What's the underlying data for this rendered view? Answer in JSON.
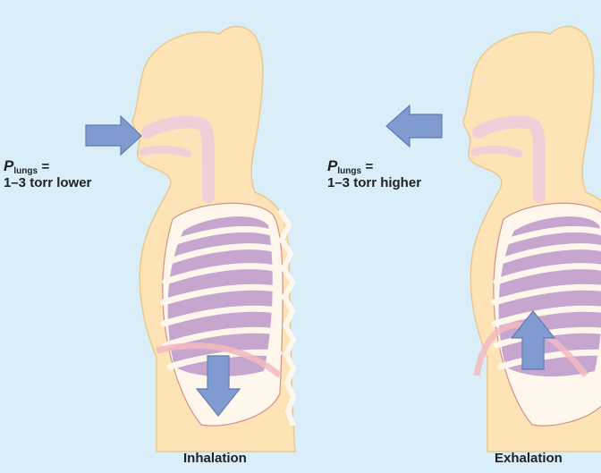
{
  "panels": [
    {
      "id": "inhalation",
      "caption": "Inhalation",
      "pressure_symbol": "P",
      "pressure_subscript": "lungs",
      "pressure_equals": "=",
      "pressure_value": "1–3 torr lower",
      "airflow": "into mouth",
      "diaphragm_movement": "down"
    },
    {
      "id": "exhalation",
      "caption": "Exhalation",
      "pressure_symbol": "P",
      "pressure_subscript": "lungs",
      "pressure_equals": "=",
      "pressure_value": "1–3 torr higher",
      "airflow": "out of mouth",
      "diaphragm_movement": "up"
    }
  ],
  "colors": {
    "background": "#d9eef9",
    "body": "#fde3b6",
    "body_outline": "#e9c98d",
    "ribs": "#fff6ec",
    "rib_outline": "#d6908c",
    "lungs": "#c6a6cf",
    "airway": "#f1cfd9",
    "arrow": "#7f9bcf",
    "arrow_outline": "#5f7cb3"
  }
}
